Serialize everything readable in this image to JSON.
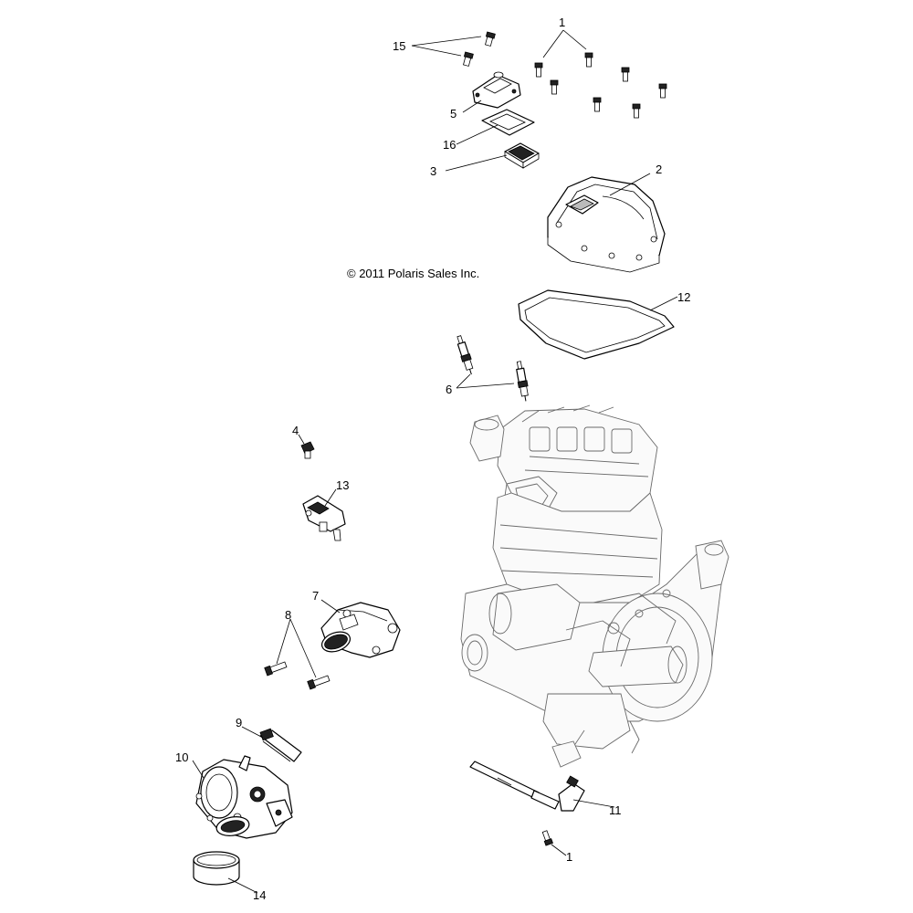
{
  "copyright": "© 2011 Polaris Sales Inc.",
  "callouts": {
    "c1_top": "1",
    "c2": "2",
    "c3": "3",
    "c4": "4",
    "c5": "5",
    "c6": "6",
    "c7": "7",
    "c8": "8",
    "c9": "9",
    "c10": "10",
    "c11": "11",
    "c12": "12",
    "c13": "13",
    "c14": "14",
    "c15": "15",
    "c16": "16",
    "c1_bottom": "1"
  }
}
